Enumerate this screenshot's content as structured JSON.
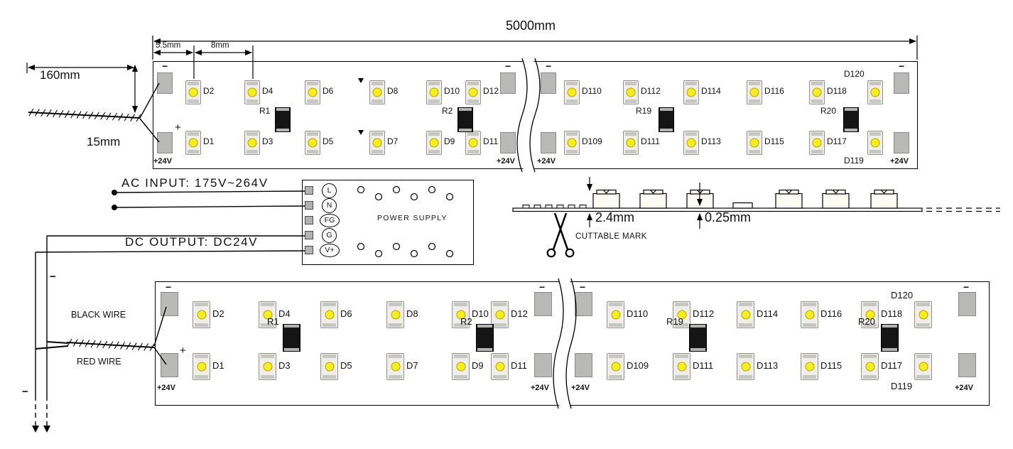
{
  "labels": {
    "total_length": "5000mm",
    "lead_wire_length": "160mm",
    "strip_width": "15mm",
    "end_offset": "5.5mm",
    "led_pitch": "8mm",
    "component_height": "2.4mm",
    "pcb_thickness": "0.25mm",
    "cuttable_mark": "CUTTABLE MARK",
    "ac_input": "AC  INPUT: 175V~264V",
    "dc_output": "DC  OUTPUT: DC24V",
    "power_supply": "POWER SUPPLY",
    "black_wire": "BLACK WIRE",
    "red_wire": "RED WIRE",
    "pad_voltage": "+24V",
    "minus_mark": "−",
    "plus_mark": "+"
  },
  "power_supply": {
    "terminals": [
      "L",
      "N",
      "FG",
      "G",
      "V+"
    ]
  },
  "strip": {
    "top_row_leds": [
      "D2",
      "D4",
      "D6",
      "D8",
      "D10",
      "D12",
      "D110",
      "D112",
      "D114",
      "D116",
      "D118",
      "D120"
    ],
    "bottom_row_leds": [
      "D1",
      "D3",
      "D5",
      "D7",
      "D9",
      "D11",
      "D109",
      "D111",
      "D113",
      "D115",
      "D117",
      "D119"
    ],
    "resistors": [
      "R1",
      "R2",
      "R19",
      "R20"
    ]
  },
  "colors": {
    "led_chip": "#f8ee1c",
    "led_body": "#f0eee9",
    "pad": "#b9b9b7",
    "resistor_body": "#151515"
  }
}
